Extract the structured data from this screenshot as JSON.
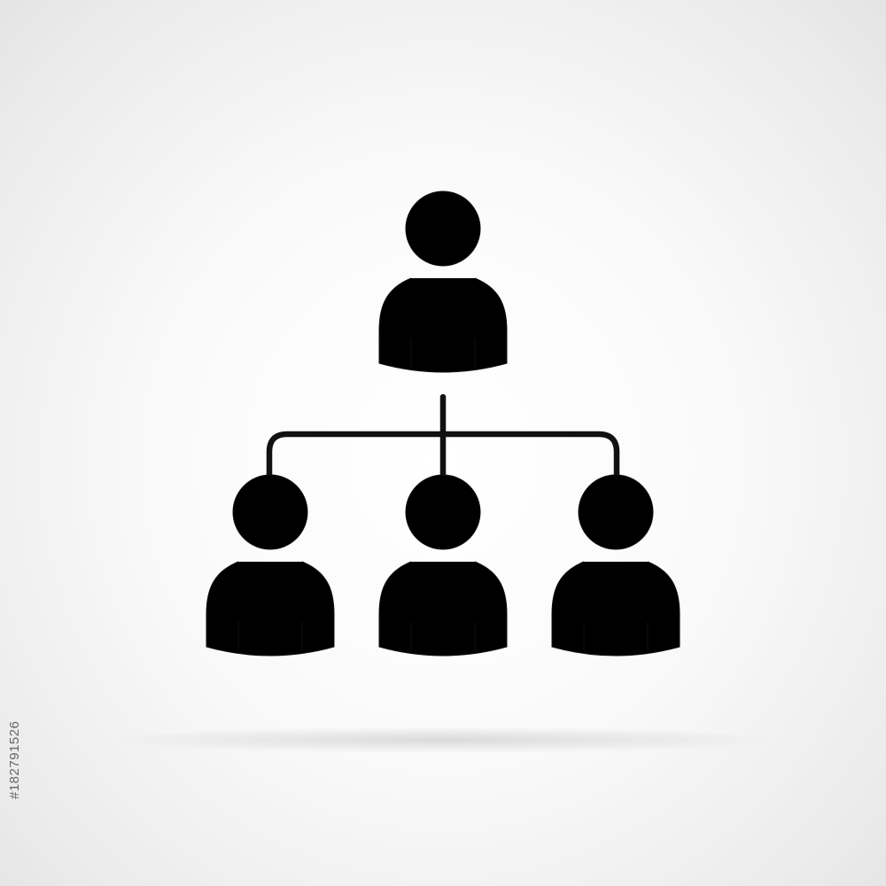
{
  "diagram": {
    "type": "org-chart",
    "nodes": [
      {
        "id": "top-person",
        "level": 0
      },
      {
        "id": "bottom-left-person",
        "level": 1
      },
      {
        "id": "bottom-center-person",
        "level": 1
      },
      {
        "id": "bottom-right-person",
        "level": 1
      }
    ],
    "edges": [
      {
        "from": "top-person",
        "to": "bottom-left-person"
      },
      {
        "from": "top-person",
        "to": "bottom-center-person"
      },
      {
        "from": "top-person",
        "to": "bottom-right-person"
      }
    ]
  },
  "icon": {
    "name": "person-icon",
    "style": "outline"
  },
  "colors": {
    "stroke": "#111111",
    "background": "#ffffff",
    "vignette": "#e6e6e6",
    "watermark_text": "#666666"
  },
  "watermark": {
    "stock_id": "#182791526"
  }
}
